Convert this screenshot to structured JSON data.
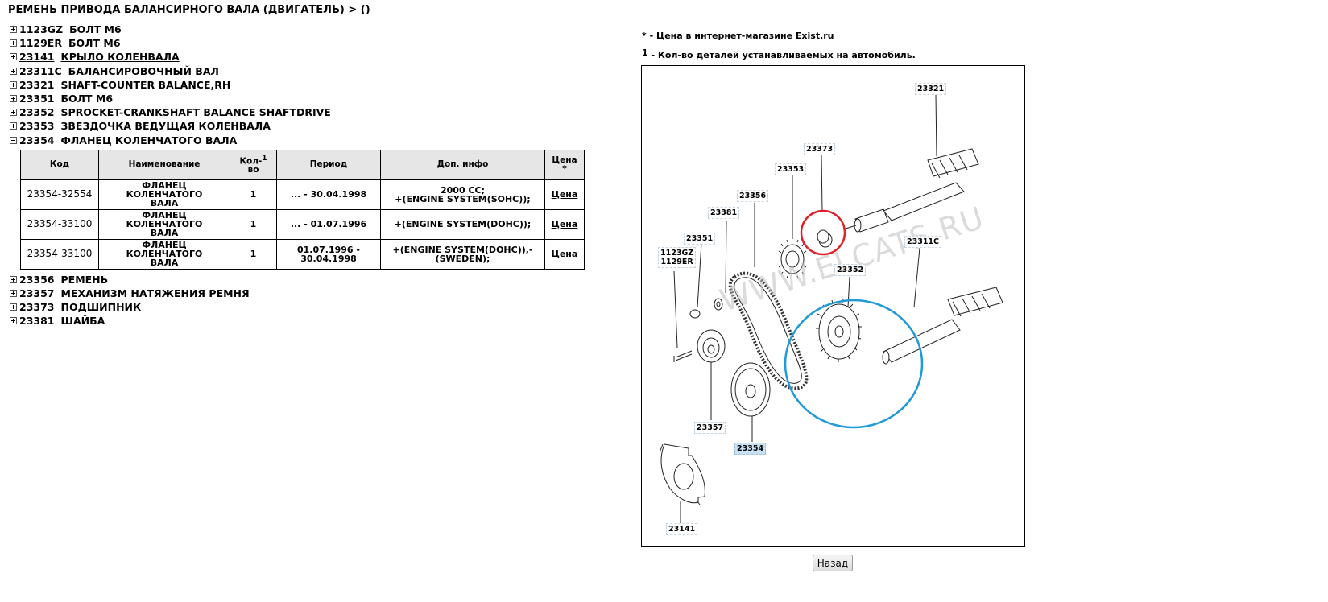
{
  "breadcrumb": {
    "title": "РЕМЕНЬ ПРИВОДА БАЛАНСИРНОГО ВАЛА (ДВИГАТЕЛЬ)",
    "suffix": " > ()"
  },
  "tree_before": [
    {
      "code": "1123GZ",
      "name": "БОЛТ M6",
      "expanded": false,
      "link": false
    },
    {
      "code": "1129ER",
      "name": "БОЛТ M6",
      "expanded": false,
      "link": false
    },
    {
      "code": "23141",
      "name": "КРЫЛО КОЛЕНВАЛА",
      "expanded": false,
      "link": true
    },
    {
      "code": "23311C",
      "name": "БАЛАНСИРОВОЧНЫЙ ВАЛ",
      "expanded": false,
      "link": false
    },
    {
      "code": "23321",
      "name": "SHAFT-COUNTER BALANCE,RH",
      "expanded": false,
      "link": false
    },
    {
      "code": "23351",
      "name": "БОЛТ M6",
      "expanded": false,
      "link": false
    },
    {
      "code": "23352",
      "name": "SPROCKET-CRANKSHAFT BALANCE SHAFTDRIVE",
      "expanded": false,
      "link": false
    },
    {
      "code": "23353",
      "name": "ЗВЕЗДОЧКА ВЕДУЩАЯ КОЛЕНВАЛА",
      "expanded": false,
      "link": false
    },
    {
      "code": "23354",
      "name": "ФЛАНЕЦ КОЛЕНЧАТОГО ВАЛА",
      "expanded": true,
      "link": false
    }
  ],
  "table": {
    "headers": {
      "code": "Код",
      "name": "Наименование",
      "qty_line1": "Кол-",
      "qty_line2": "во",
      "qty_sup": "1",
      "period": "Период",
      "info": "Доп. инфо",
      "price": "Цена",
      "price_sup": "*"
    },
    "rows": [
      {
        "code": "23354-32554",
        "name_l1": "ФЛАНЕЦ КОЛЕНЧАТОГО",
        "name_l2": "ВАЛА",
        "qty": "1",
        "period_l1": "... - 30.04.1998",
        "period_l2": "",
        "info_l1": "2000 CC;",
        "info_l2": "+(ENGINE SYSTEM(SOHC));",
        "price": "Цена"
      },
      {
        "code": "23354-33100",
        "name_l1": "ФЛАНЕЦ КОЛЕНЧАТОГО",
        "name_l2": "ВАЛА",
        "qty": "1",
        "period_l1": "... - 01.07.1996",
        "period_l2": "",
        "info_l1": "+(ENGINE SYSTEM(DOHC));",
        "info_l2": "",
        "price": "Цена"
      },
      {
        "code": "23354-33100",
        "name_l1": "ФЛАНЕЦ КОЛЕНЧАТОГО",
        "name_l2": "ВАЛА",
        "qty": "1",
        "period_l1": "01.07.1996 -",
        "period_l2": "30.04.1998",
        "info_l1": "+(ENGINE SYSTEM(DOHC)),-",
        "info_l2": "(SWEDEN);",
        "price": "Цена"
      }
    ]
  },
  "tree_after": [
    {
      "code": "23356",
      "name": "РЕМЕНЬ",
      "expanded": false
    },
    {
      "code": "23357",
      "name": "МЕХАНИЗМ НАТЯЖЕНИЯ РЕМНЯ",
      "expanded": false
    },
    {
      "code": "23373",
      "name": "ПОДШИПНИК",
      "expanded": false
    },
    {
      "code": "23381",
      "name": "ШАЙБА",
      "expanded": false
    }
  ],
  "notes": {
    "price_mark": "*",
    "price_note": " - Цена в интернет-магазине Exist.ru",
    "qty_mark": "1",
    "qty_note": " - Кол-во деталей устанавливаемых на автомобиль."
  },
  "diagram": {
    "watermark": "WWW.ELCATS.RU",
    "callouts": {
      "c23321": "23321",
      "c23373": "23373",
      "c23353": "23353",
      "c23356": "23356",
      "c23381": "23381",
      "c23351": "23351",
      "c1123gz": "1123GZ",
      "c1129er": "1129ER",
      "c23311c": "23311C",
      "c23352": "23352",
      "c23357": "23357",
      "c23354": "23354",
      "c23141": "23141"
    },
    "highlight_red": "#e0202a",
    "highlight_blue": "#1f9ad6",
    "active_callout": "23354"
  },
  "back_button": "Назад"
}
